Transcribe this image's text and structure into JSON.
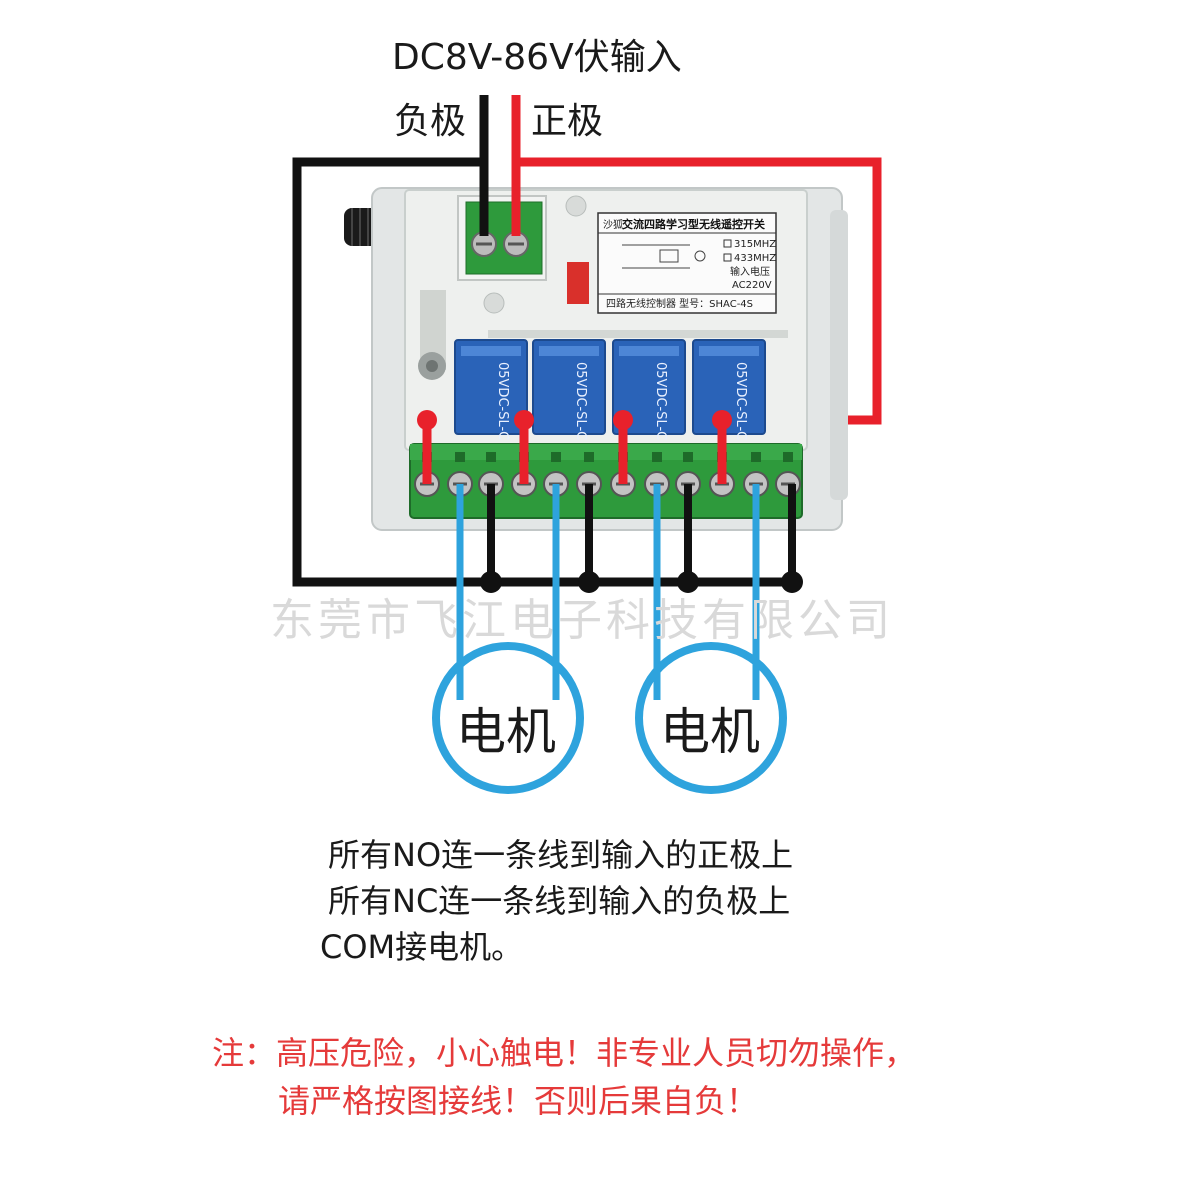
{
  "title": "DC8V-86V伏输入",
  "negative_label": "负极",
  "positive_label": "正极",
  "watermark": "东莞市飞江电子科技有限公司",
  "motors": [
    "电机",
    "电机"
  ],
  "notes": [
    "所有NO连一条线到输入的正极上",
    "所有NC连一条线到输入的负极上",
    "COM接电机。"
  ],
  "warnings": [
    "注：高压危险，小心触电！非专业人员切勿操作，",
    "请严格按图接线！否则后果自负！"
  ],
  "module": {
    "sticker_title": "交流四路学习型无线遥控开关",
    "sticker_brand": "沙狐",
    "freq_315": "315MHZ",
    "freq_433": "433MHZ",
    "input_voltage_label": "输入电压",
    "input_voltage_value": "AC220V",
    "sticker_footer": "四路无线控制器  型号：SHAC-4S",
    "relay_label": "05VDC-SL-C"
  },
  "colors": {
    "positive_wire": "#e8212b",
    "negative_wire": "#111111",
    "motor_wire": "#2ea3dd",
    "warning_text": "#e53a3a",
    "terminal_green": "#2e9a3c",
    "relay_blue": "#2a63b8"
  }
}
